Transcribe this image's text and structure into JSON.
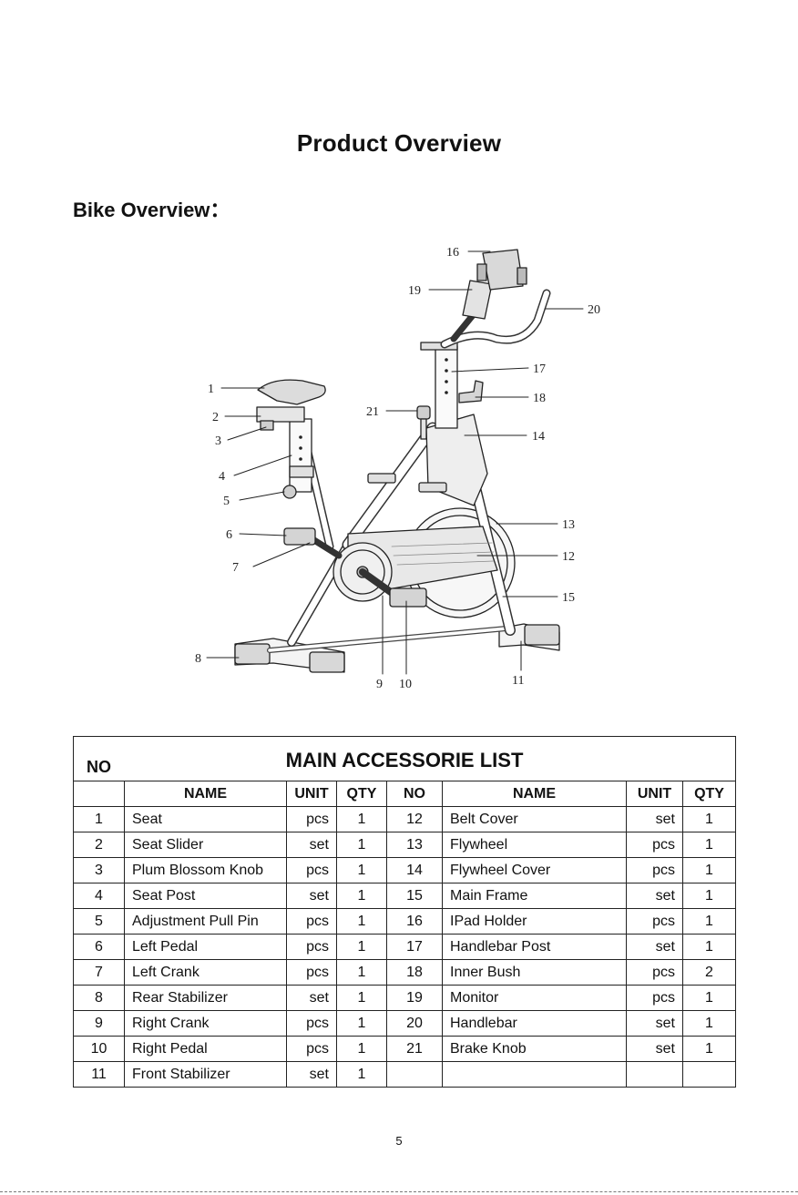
{
  "page": {
    "title": "Product Overview",
    "section_heading": "Bike Overview：",
    "page_number": "5"
  },
  "diagram": {
    "callouts": [
      "1",
      "2",
      "3",
      "4",
      "5",
      "6",
      "7",
      "8",
      "9",
      "10",
      "11",
      "12",
      "13",
      "14",
      "15",
      "16",
      "17",
      "18",
      "19",
      "20",
      "21"
    ]
  },
  "table": {
    "title": "MAIN ACCESSORIE LIST",
    "corner_label": "NO",
    "headers": [
      "NAME",
      "UNIT",
      "QTY",
      "NO",
      "NAME",
      "UNIT",
      "QTY"
    ],
    "rows": [
      [
        "1",
        "Seat",
        "pcs",
        "1",
        "12",
        "Belt Cover",
        "set",
        "1"
      ],
      [
        "2",
        "Seat Slider",
        "set",
        "1",
        "13",
        "Flywheel",
        "pcs",
        "1"
      ],
      [
        "3",
        "Plum Blossom Knob",
        "pcs",
        "1",
        "14",
        "Flywheel Cover",
        "pcs",
        "1"
      ],
      [
        "4",
        "Seat Post",
        "set",
        "1",
        "15",
        "Main Frame",
        "set",
        "1"
      ],
      [
        "5",
        "Adjustment Pull Pin",
        "pcs",
        "1",
        "16",
        "IPad Holder",
        "pcs",
        "1"
      ],
      [
        "6",
        "Left Pedal",
        "pcs",
        "1",
        "17",
        "Handlebar Post",
        "set",
        "1"
      ],
      [
        "7",
        "Left Crank",
        "pcs",
        "1",
        "18",
        "Inner Bush",
        "pcs",
        "2"
      ],
      [
        "8",
        "Rear Stabilizer",
        "set",
        "1",
        "19",
        "Monitor",
        "pcs",
        "1"
      ],
      [
        "9",
        "Right Crank",
        "pcs",
        "1",
        "20",
        "Handlebar",
        "set",
        "1"
      ],
      [
        "10",
        "Right Pedal",
        "pcs",
        "1",
        "21",
        "Brake Knob",
        "set",
        "1"
      ],
      [
        "11",
        "Front Stabilizer",
        "set",
        "1",
        "",
        "",
        "",
        ""
      ]
    ]
  }
}
